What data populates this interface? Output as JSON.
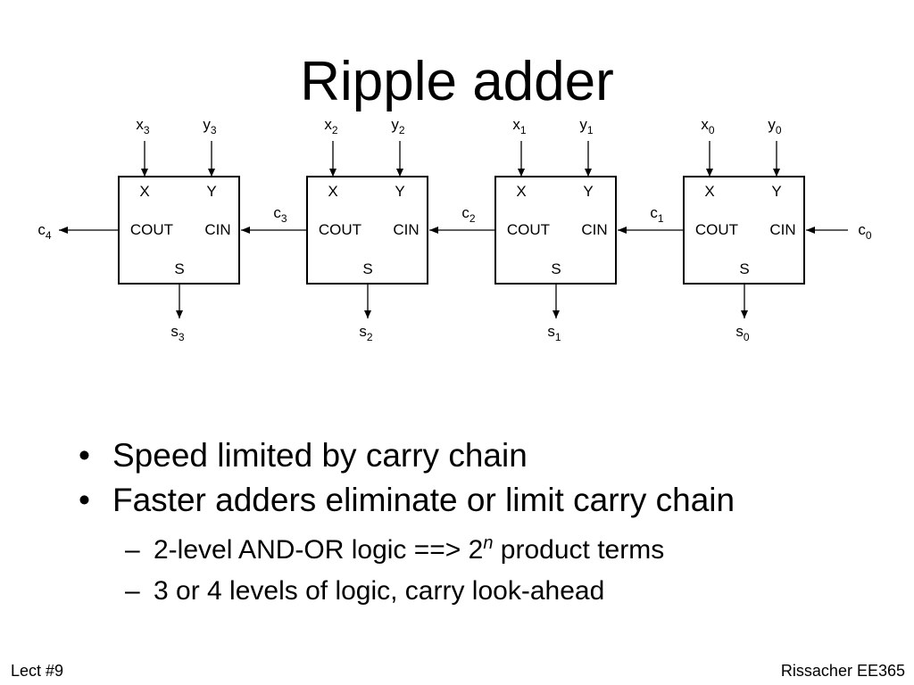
{
  "slide": {
    "title": "Ripple adder",
    "footer_left": "Lect #9",
    "footer_right": "Rissacher EE365"
  },
  "diagram": {
    "blocks": [
      {
        "x_in": "x",
        "x_sub": "3",
        "y_in": "y",
        "y_sub": "3",
        "s_out": "s",
        "s_sub": "3",
        "port_x": "X",
        "port_y": "Y",
        "port_cout": "COUT",
        "port_cin": "CIN",
        "port_s": "S"
      },
      {
        "x_in": "x",
        "x_sub": "2",
        "y_in": "y",
        "y_sub": "2",
        "s_out": "s",
        "s_sub": "2",
        "port_x": "X",
        "port_y": "Y",
        "port_cout": "COUT",
        "port_cin": "CIN",
        "port_s": "S"
      },
      {
        "x_in": "x",
        "x_sub": "1",
        "y_in": "y",
        "y_sub": "1",
        "s_out": "s",
        "s_sub": "1",
        "port_x": "X",
        "port_y": "Y",
        "port_cout": "COUT",
        "port_cin": "CIN",
        "port_s": "S"
      },
      {
        "x_in": "x",
        "x_sub": "0",
        "y_in": "y",
        "y_sub": "0",
        "s_out": "s",
        "s_sub": "0",
        "port_x": "X",
        "port_y": "Y",
        "port_cout": "COUT",
        "port_cin": "CIN",
        "port_s": "S"
      }
    ],
    "carries": [
      {
        "base": "c",
        "sub": "4"
      },
      {
        "base": "c",
        "sub": "3"
      },
      {
        "base": "c",
        "sub": "2"
      },
      {
        "base": "c",
        "sub": "1"
      },
      {
        "base": "c",
        "sub": "0"
      }
    ]
  },
  "bullets": [
    {
      "mark": "•",
      "text": "Speed limited by carry chain",
      "sub": []
    },
    {
      "mark": "•",
      "text": "Faster adders eliminate or limit carry chain",
      "sub": [
        {
          "mark": "–",
          "text_before": "2-level AND-OR logic ==> 2",
          "sup": "n",
          "text_after": " product terms"
        },
        {
          "mark": "–",
          "text_before": "3 or 4 levels of logic, carry look-ahead",
          "sup": "",
          "text_after": ""
        }
      ]
    }
  ]
}
